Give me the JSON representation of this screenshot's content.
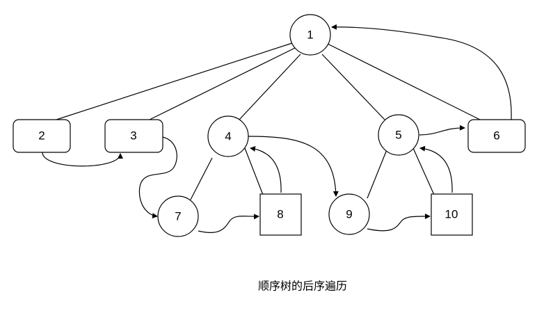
{
  "diagram": {
    "caption": "顺序树的后序遍历",
    "nodes": {
      "n1": {
        "label": "1",
        "shape": "circle"
      },
      "n2": {
        "label": "2",
        "shape": "rounded-rect"
      },
      "n3": {
        "label": "3",
        "shape": "rounded-rect"
      },
      "n4": {
        "label": "4",
        "shape": "circle"
      },
      "n5": {
        "label": "5",
        "shape": "circle"
      },
      "n6": {
        "label": "6",
        "shape": "rounded-rect"
      },
      "n7": {
        "label": "7",
        "shape": "circle"
      },
      "n8": {
        "label": "8",
        "shape": "square"
      },
      "n9": {
        "label": "9",
        "shape": "circle"
      },
      "n10": {
        "label": "10",
        "shape": "square"
      }
    },
    "tree_edges": [
      [
        "1",
        "2"
      ],
      [
        "1",
        "3"
      ],
      [
        "1",
        "4"
      ],
      [
        "1",
        "5"
      ],
      [
        "1",
        "6"
      ],
      [
        "4",
        "7"
      ],
      [
        "4",
        "8"
      ],
      [
        "5",
        "9"
      ],
      [
        "5",
        "10"
      ]
    ],
    "traversal_arrows": [
      [
        "2",
        "3"
      ],
      [
        "3",
        "7"
      ],
      [
        "7",
        "8"
      ],
      [
        "8",
        "4"
      ],
      [
        "4",
        "9"
      ],
      [
        "9",
        "10"
      ],
      [
        "10",
        "5"
      ],
      [
        "5",
        "6"
      ],
      [
        "6",
        "1"
      ]
    ],
    "colors": {
      "stroke": "#000000",
      "fill": "#ffffff"
    }
  }
}
